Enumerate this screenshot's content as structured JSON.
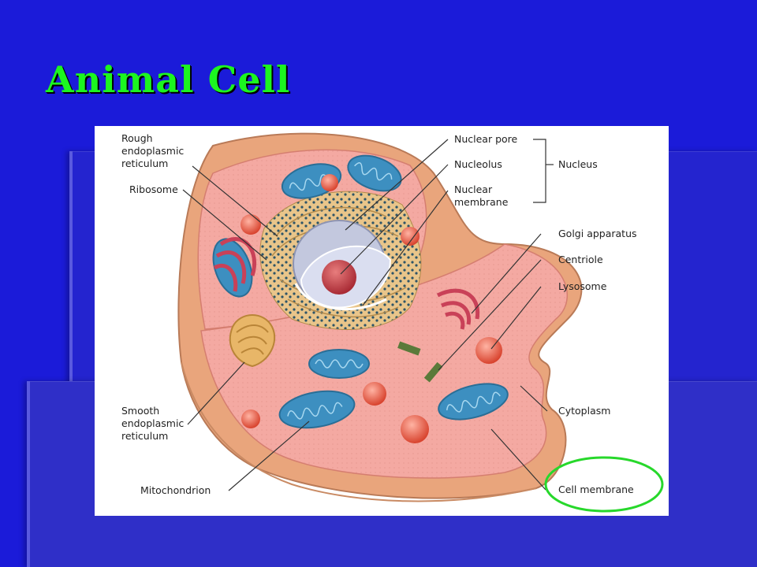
{
  "slide": {
    "title": "Animal Cell"
  },
  "labels": {
    "rough_er": [
      "Rough",
      "endoplasmic",
      "reticulum"
    ],
    "ribosome": "Ribosome",
    "smooth_er": [
      "Smooth",
      "endoplasmic",
      "reticulum"
    ],
    "mitochondrion": "Mitochondrion",
    "nuclear_pore": "Nuclear pore",
    "nucleolus": "Nucleolus",
    "nuclear_membrane": [
      "Nuclear",
      "membrane"
    ],
    "nucleus": "Nucleus",
    "golgi": "Golgi apparatus",
    "centriole": "Centriole",
    "lysosome": "Lysosome",
    "cytoplasm": "Cytoplasm",
    "cell_membrane": "Cell membrane"
  },
  "colors": {
    "slide_background": "#1b1bd9",
    "title": "#1cf520",
    "highlight_circle": "#27d82b",
    "cytoplasm": "#f4a9a2",
    "cell_outer": "#e9a57c",
    "mitochondrion": "#3d8fc0",
    "lysosome": "#e5533f"
  }
}
